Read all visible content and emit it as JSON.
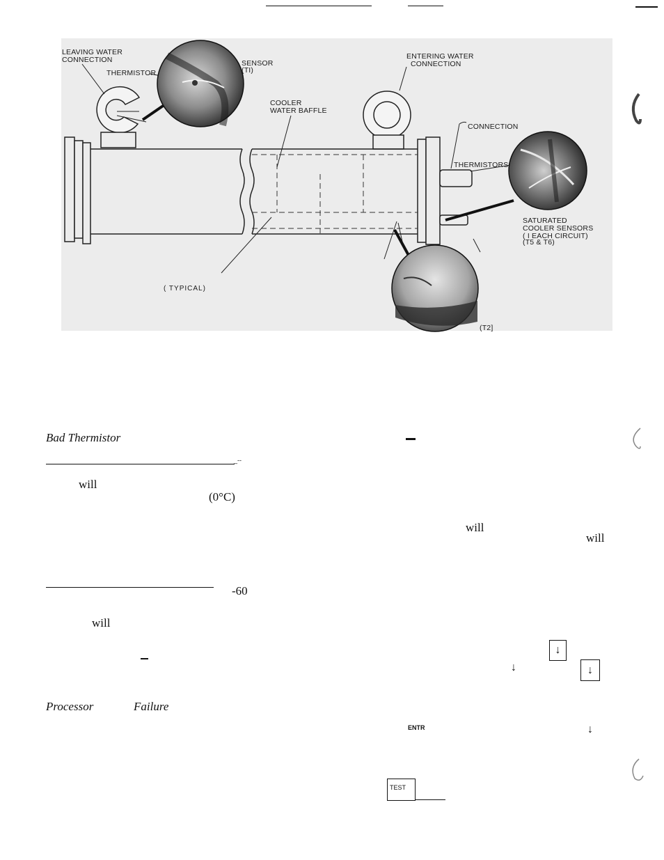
{
  "figure": {
    "labels": {
      "leaving_water_line1": "LEAVING WATER",
      "leaving_water_line2": "CONNECTION",
      "thermistor": "THERMISTOR",
      "sensor_line1": "SENSOR",
      "sensor_line2": "(TI)",
      "entering_water_line1": "ENTERING WATER",
      "entering_water_line2": "CONNECTION",
      "cooler_line1": "COOLER",
      "cooler_line2": "WATER BAFFLE",
      "connection": "CONNECTION",
      "thermistors": "THERMISTORS",
      "saturated_line1": "SATURATED",
      "saturated_line2": "COOLER SENSORS",
      "saturated_line3": "( I EACH CIRCUIT)",
      "saturated_line4": "(T5 & T6)",
      "typical": "( TYPICAL)",
      "t2": "(T2]"
    }
  },
  "left_column": {
    "heading_bad_thermistor": "Bad Thermistor",
    "rule1_mark": "_--",
    "word_will_1": "will",
    "temp_0c": "(0°C)",
    "minus60": "-60",
    "word_will_2": "will",
    "dash": "—",
    "heading_processor": "Processor",
    "heading_failure": "Failure"
  },
  "right_column": {
    "dash": "—",
    "word_will_1": "will",
    "word_will_2": "will",
    "key_entr": "ENTR",
    "key_test": "TEST",
    "arrow": "↓"
  },
  "top_marks": {
    "right_dash": "—"
  }
}
